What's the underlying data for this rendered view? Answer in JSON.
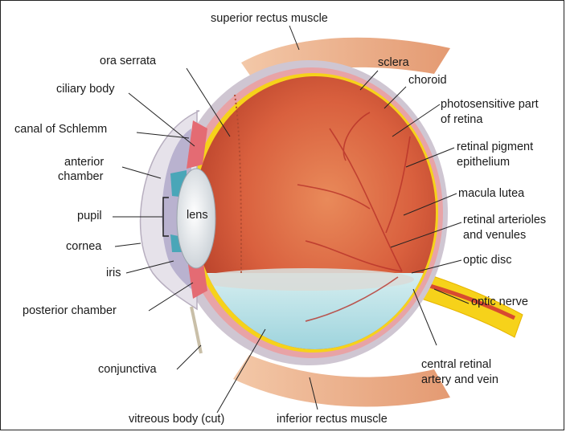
{
  "diagram": {
    "labels": {
      "superior_rectus": "superior rectus muscle",
      "ora_serrata": "ora serrata",
      "ciliary_body": "ciliary body",
      "canal_of_schlemm": "canal of Schlemm",
      "anterior_chamber_1": "anterior",
      "anterior_chamber_2": "chamber",
      "pupil": "pupil",
      "lens": "lens",
      "cornea": "cornea",
      "iris": "iris",
      "posterior_chamber": "posterior chamber",
      "conjunctiva": "conjunctiva",
      "vitreous_body": "vitreous body (cut)",
      "inferior_rectus": "inferior rectus muscle",
      "sclera": "sclera",
      "choroid": "choroid",
      "photosensitive_1": "photosensitive part",
      "photosensitive_2": "of retina",
      "rpe_1": "retinal pigment",
      "rpe_2": "epithelium",
      "macula_lutea": "macula lutea",
      "arterioles_1": "retinal arterioles",
      "arterioles_2": "and venules",
      "optic_disc": "optic disc",
      "optic_nerve": "optic nerve",
      "central_artery_1": "central retinal",
      "central_artery_2": "artery and vein"
    },
    "colors": {
      "sclera": "#cfc6d2",
      "choroid": "#e8a3a6",
      "retina_yellow": "#f6d21a",
      "interior": "#d9603e",
      "vitreous": "#a9dbe2",
      "muscle": "#e7a07a",
      "lens": "#e8ecef"
    }
  }
}
